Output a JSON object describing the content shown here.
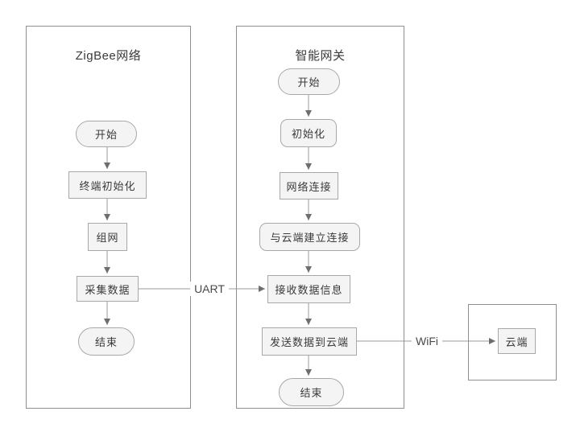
{
  "zigbee": {
    "title": "ZigBee网络",
    "nodes": {
      "start": "开始",
      "terminal_init": "终端初始化",
      "form_network": "组网",
      "collect_data": "采集数据",
      "end": "结束"
    }
  },
  "gateway": {
    "title": "智能网关",
    "nodes": {
      "start": "开始",
      "init": "初始化",
      "network_connect": "网络连接",
      "cloud_connect": "与云端建立连接",
      "receive_data": "接收数据信息",
      "send_to_cloud": "发送数据到云端",
      "end": "结束"
    }
  },
  "cloud": {
    "label": "云端"
  },
  "connections": {
    "uart_label": "UART",
    "wifi_label": "WiFi"
  },
  "colors": {
    "background": "#ffffff",
    "container_border": "#8f8f8f",
    "node_border": "#a8a8a8",
    "node_fill": "#f4f4f4",
    "line": "#9b9b9b",
    "arrowhead": "#6e6e6e",
    "text": "#3a3a3a"
  }
}
